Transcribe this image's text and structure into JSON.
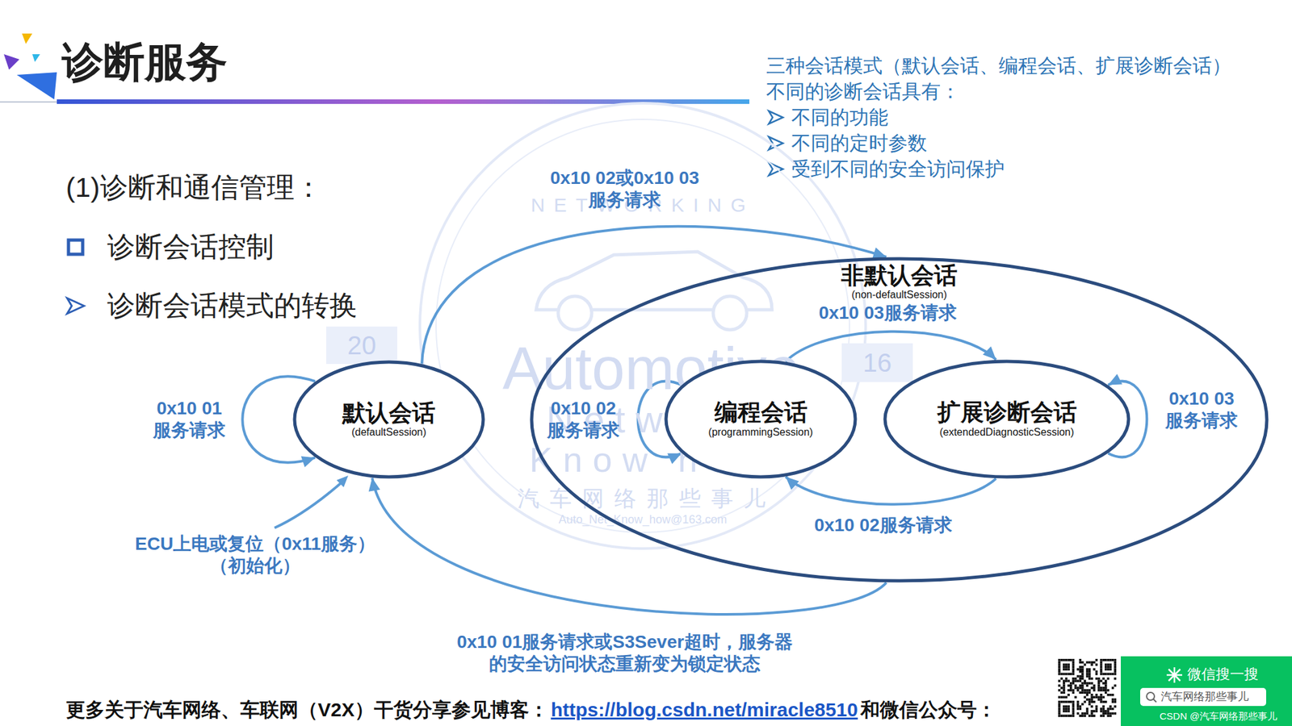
{
  "diagram": {
    "title": "诊断服务",
    "nodes": [
      {
        "text": [
          "默认会话",
          "(defaultSession)"
        ]
      },
      {
        "text": [
          "非默认会话",
          "(non-defaultSession)"
        ]
      },
      {
        "text": [
          "编程会话",
          "(programmingSession)"
        ],
        "in": 1
      },
      {
        "text": [
          "扩展诊断会话",
          "(extendedDiagnosticSession)"
        ],
        "in": 1
      }
    ],
    "edges": [
      {
        "from": 0,
        "to": 0,
        "arrow": "to",
        "label": "0x10 01 服务请求"
      },
      {
        "from": 0,
        "to": 1,
        "arrow": "to",
        "label": "0x10 02或0x10 03 服务请求"
      },
      {
        "from": 2,
        "to": 3,
        "arrow": "to",
        "label": "0x10 03服务请求"
      },
      {
        "from": 3,
        "to": 2,
        "arrow": "to",
        "label": "0x10 02服务请求"
      },
      {
        "from": 2,
        "to": 2,
        "arrow": "to",
        "label": "0x10 02 服务请求"
      },
      {
        "from": 3,
        "to": 3,
        "arrow": "to",
        "label": "0x10 03 服务请求"
      },
      {
        "from": 1,
        "to": 0,
        "arrow": "to",
        "label": "0x10 01服务请求或S3Sever超时，服务器 的安全访问状态重新变为锁定状态"
      }
    ],
    "labels": [
      "三种会话模式（默认会话、编程会话、扩展诊断会话）",
      "不同的诊断会话具有：",
      "不同的功能",
      "不同的定时参数",
      "受到不同的安全访问保护",
      "(1)诊断和通信管理：",
      "诊断会话控制",
      "诊断会话模式的转换",
      "ECU上电或复位（0x11服务） （初始化）",
      "NETWORKING",
      "Automotive",
      "Network",
      "Know how",
      "汽车网络那些事儿",
      "Auto_Net_Know_how@163.com",
      "20",
      "16",
      "更多关于汽车网络、车联网（V2X）干货分享参见博客：",
      "https://blog.csdn.net/miracle8510",
      "和微信公众号：",
      "微信搜一搜",
      "汽车网络那些事儿",
      "CSDN @汽车网络那些事儿"
    ]
  }
}
